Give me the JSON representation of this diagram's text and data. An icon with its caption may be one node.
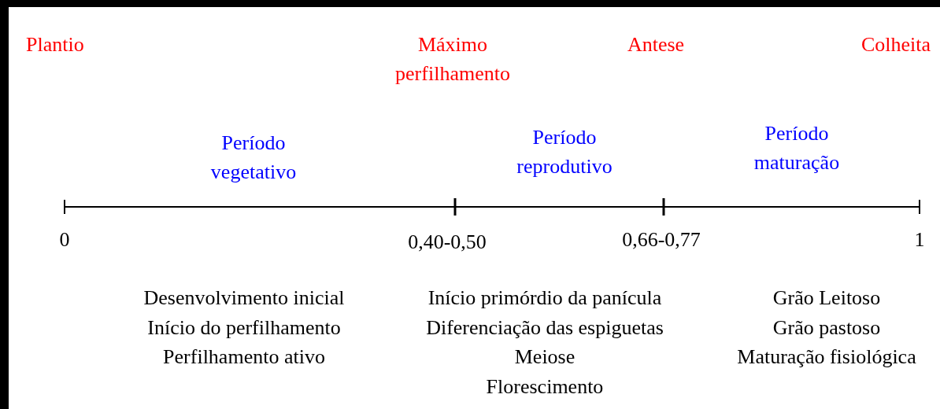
{
  "diagram": {
    "labels": [
      "Plantio",
      "Máximo perfilhamento",
      "Antese",
      "Colheita",
      "Período vegetativo",
      "Período reprodutivo",
      "Período maturação",
      "0",
      "0,40-0,50",
      "0,66-0,77",
      "1",
      "Desenvolvimento inicial",
      "Início do perfilhamento",
      "Perfilhamento ativo",
      "Início primórdio da panícula",
      "Diferenciação das espiguetas",
      "Meiose",
      "Florescimento",
      "Grão Leitoso",
      "Grão pastoso",
      "Maturação fisiológica"
    ]
  }
}
